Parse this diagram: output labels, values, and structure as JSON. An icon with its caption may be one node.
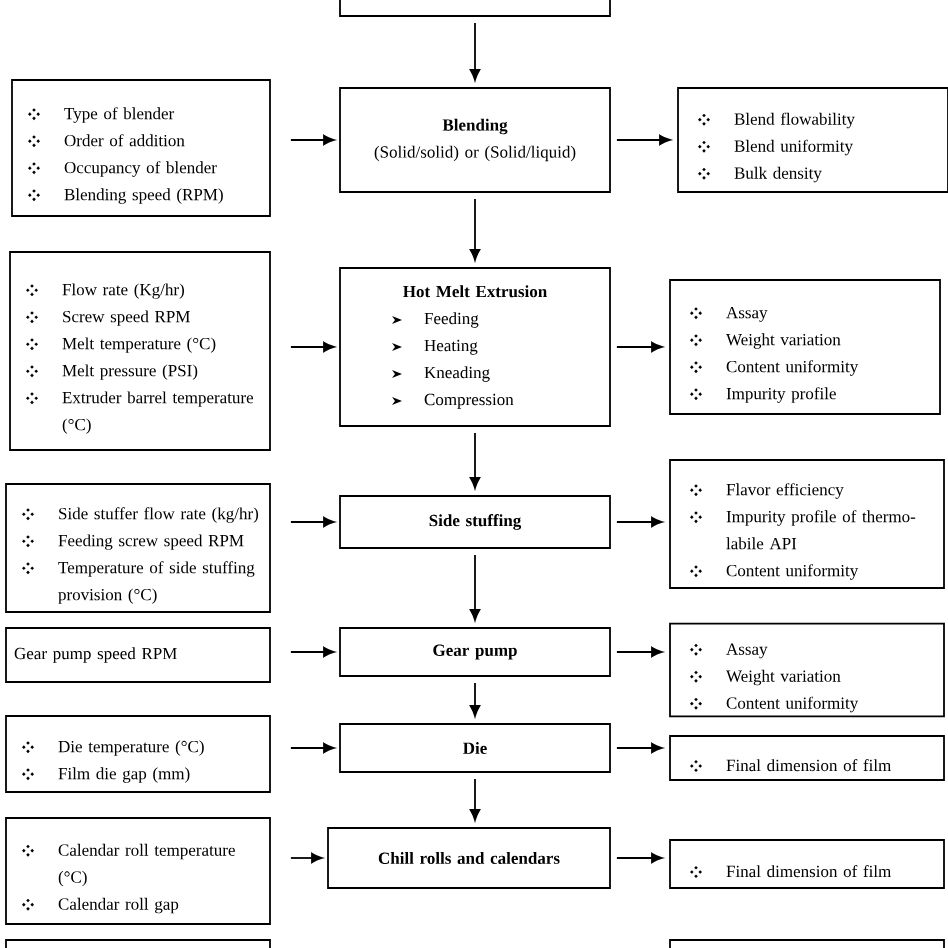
{
  "diagram": {
    "nodes": [
      {
        "text": [],
        "shape": "box"
      },
      {
        "text": [
          "Type of blender",
          "Order of addition",
          "Occupancy of blender",
          "Blending speed (RPM)"
        ]
      },
      {
        "text": [
          "Blending",
          "(Solid/solid) or (Solid/liquid)"
        ]
      },
      {
        "text": [
          "Blend flowability",
          "Blend uniformity",
          "Bulk density"
        ]
      },
      {
        "text": [
          "Flow rate (Kg/hr)",
          "Screw speed RPM",
          "Melt temperature (°C)",
          "Melt pressure (PSI)",
          "Extruder barrel temperature (°C)"
        ]
      },
      {
        "text": [
          "Hot Melt Extrusion",
          "Feeding",
          "Heating",
          "Kneading",
          "Compression"
        ]
      },
      {
        "text": [
          "Assay",
          "Weight variation",
          "Content uniformity",
          "Impurity profile"
        ]
      },
      {
        "text": [
          "Side stuffer flow rate (kg/hr)",
          "Feeding screw speed RPM",
          "Temperature of side stuffing provision (°C)"
        ]
      },
      {
        "text": [
          "Side stuffing"
        ]
      },
      {
        "text": [
          "Flavor efficiency",
          "Impurity profile of thermo-labile API",
          "Content uniformity"
        ]
      },
      {
        "text": [
          "Gear pump speed RPM"
        ]
      },
      {
        "text": [
          "Gear pump"
        ]
      },
      {
        "text": [
          "Assay",
          "Weight variation",
          "Content uniformity"
        ]
      },
      {
        "text": [
          "Die temperature (°C)",
          "Film die gap (mm)"
        ]
      },
      {
        "text": [
          "Die"
        ]
      },
      {
        "text": [
          "Final dimension of film"
        ]
      },
      {
        "text": [
          "Calendar roll temperature (°C)",
          "Calendar roll gap"
        ]
      },
      {
        "text": [
          "Chill rolls and calendars"
        ]
      },
      {
        "text": [
          "Final dimension of film"
        ]
      },
      {
        "text": [],
        "shape": "box"
      },
      {
        "text": [],
        "shape": "box"
      }
    ],
    "edges": [
      {
        "from": 0,
        "to": 2,
        "arrow": "to"
      },
      {
        "from": 1,
        "to": 2,
        "arrow": "to"
      },
      {
        "from": 2,
        "to": 3,
        "arrow": "to"
      },
      {
        "from": 2,
        "to": 5,
        "arrow": "to"
      },
      {
        "from": 4,
        "to": 5,
        "arrow": "to"
      },
      {
        "from": 5,
        "to": 6,
        "arrow": "to"
      },
      {
        "from": 5,
        "to": 8,
        "arrow": "to"
      },
      {
        "from": 7,
        "to": 8,
        "arrow": "to"
      },
      {
        "from": 8,
        "to": 9,
        "arrow": "to"
      },
      {
        "from": 8,
        "to": 11,
        "arrow": "to"
      },
      {
        "from": 10,
        "to": 11,
        "arrow": "to"
      },
      {
        "from": 11,
        "to": 12,
        "arrow": "to"
      },
      {
        "from": 11,
        "to": 14,
        "arrow": "to"
      },
      {
        "from": 13,
        "to": 14,
        "arrow": "to"
      },
      {
        "from": 14,
        "to": 15,
        "arrow": "to"
      },
      {
        "from": 14,
        "to": 17,
        "arrow": "to"
      },
      {
        "from": 16,
        "to": 17,
        "arrow": "to"
      },
      {
        "from": 17,
        "to": 18,
        "arrow": "to"
      }
    ]
  }
}
